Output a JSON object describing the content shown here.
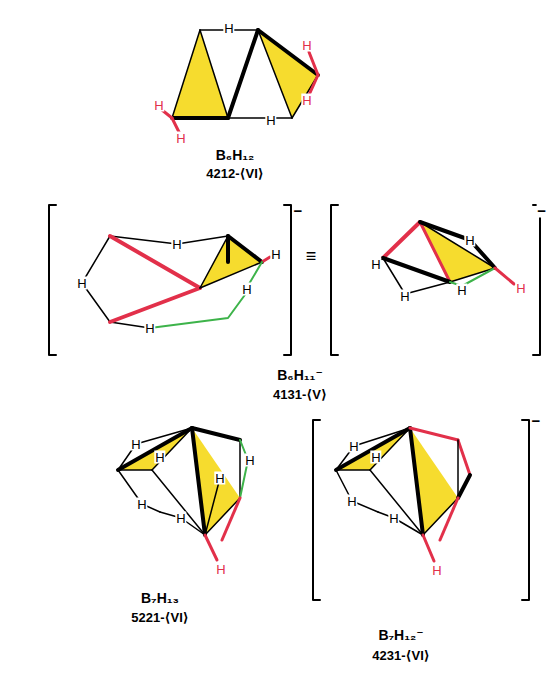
{
  "diagram": {
    "labels": [
      "H",
      "H",
      "H",
      "H",
      "H",
      "H",
      "B₆H₁₂",
      "4212-⟨VI⟩",
      "H",
      "H",
      "H",
      "H",
      "H",
      "−",
      "≡",
      "H",
      "H",
      "H",
      "H",
      "H",
      "−",
      "B₆H₁₁⁻",
      "4131-⟨V⟩",
      "H",
      "H",
      "H",
      "H",
      "H",
      "H",
      "H",
      "B₇H₁₃",
      "5221-⟨VI⟩",
      "H",
      "H",
      "H",
      "H",
      "H",
      "−",
      "B₇H₁₂⁻",
      "4231-⟨VI⟩"
    ]
  }
}
